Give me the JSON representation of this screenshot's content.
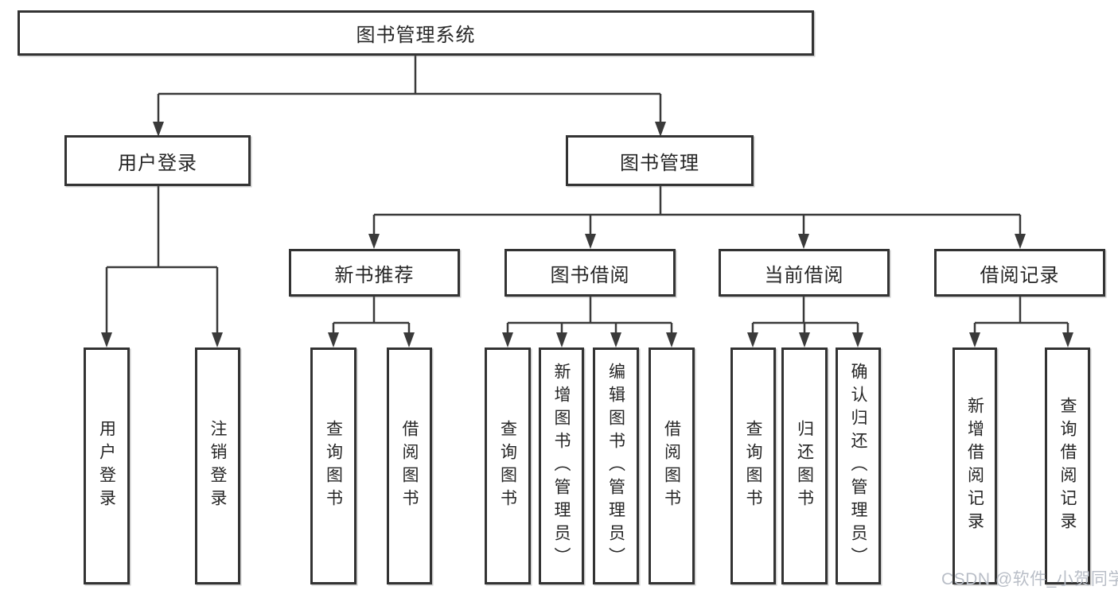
{
  "diagram": {
    "root": {
      "label": "图书管理系统"
    },
    "level2": [
      {
        "label": "用户登录"
      },
      {
        "label": "图书管理"
      }
    ],
    "level3": [
      {
        "label": "新书推荐",
        "parent": "图书管理"
      },
      {
        "label": "图书借阅",
        "parent": "图书管理"
      },
      {
        "label": "当前借阅",
        "parent": "图书管理"
      },
      {
        "label": "借阅记录",
        "parent": "图书管理"
      }
    ],
    "leaves": [
      {
        "label": "用户登录",
        "parent": "用户登录"
      },
      {
        "label": "注销登录",
        "parent": "用户登录"
      },
      {
        "label": "查询图书",
        "parent": "新书推荐"
      },
      {
        "label": "借阅图书",
        "parent": "新书推荐"
      },
      {
        "label": "查询图书",
        "parent": "图书借阅"
      },
      {
        "label": "新增图书（管理员）",
        "parent": "图书借阅"
      },
      {
        "label": "编辑图书（管理员）",
        "parent": "图书借阅"
      },
      {
        "label": "借阅图书",
        "parent": "图书借阅"
      },
      {
        "label": "查询图书",
        "parent": "当前借阅"
      },
      {
        "label": "归还图书",
        "parent": "当前借阅"
      },
      {
        "label": "确认归还（管理员）",
        "parent": "当前借阅"
      },
      {
        "label": "新增借阅记录",
        "parent": "借阅记录"
      },
      {
        "label": "查询借阅记录",
        "parent": "借阅记录"
      }
    ],
    "watermark": "CSDN @软件_小贺同学",
    "colors": {
      "line": "#3a3a3a",
      "box_border": "#333333",
      "text": "#262626",
      "background": "#ffffff",
      "watermark": "#b9bec7"
    }
  }
}
